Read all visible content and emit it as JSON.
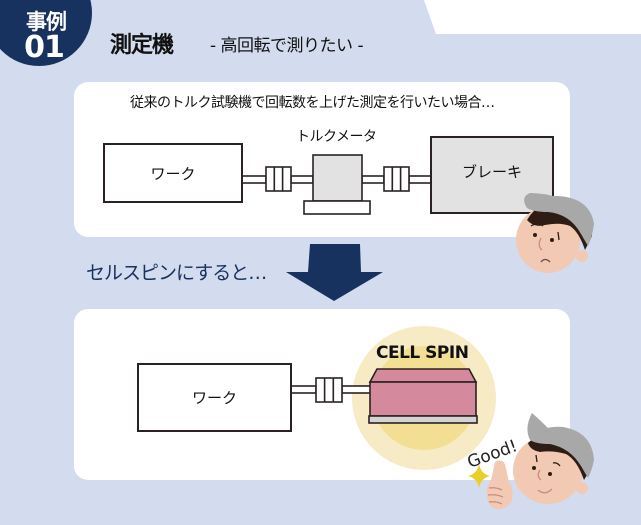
{
  "header": {
    "badge_line1": "事例",
    "badge_line2": "01",
    "title": "測定機",
    "subtitle": "- 高回転で測りたい -"
  },
  "before": {
    "caption": "従来のトルク試験機で回転数を上げた測定を行いたい場合…",
    "work_label": "ワーク",
    "torque_meter_label": "トルクメータ",
    "brake_label": "ブレーキ",
    "character_mood": "worried"
  },
  "transition": {
    "text": "セルスピンにすると…",
    "arrow": "down-arrow"
  },
  "after": {
    "work_label": "ワーク",
    "product_label": "CELL SPIN",
    "exclamation": "Good!",
    "character_mood": "happy-thumbs-up"
  },
  "colors": {
    "background": "#d3dbef",
    "navy": "#17325e",
    "panel": "#ffffff",
    "machine_gray": "#e2e2e2",
    "cellspin_pink": "#d48a9c",
    "glow": "#f3df93",
    "skin": "#f2c9b2",
    "cap": "#a8a8a8",
    "hair": "#2e1d14",
    "sparkle": "#e9cf2a"
  }
}
